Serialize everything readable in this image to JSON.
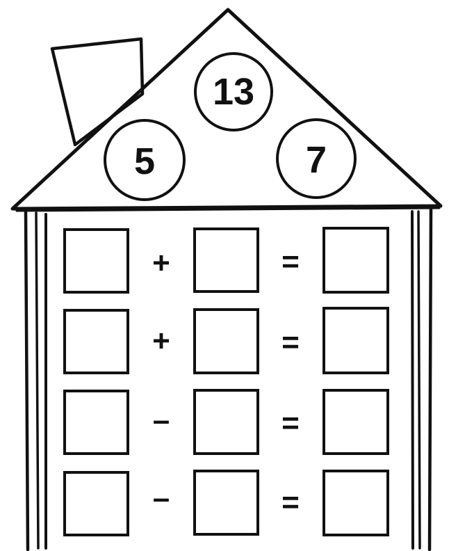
{
  "roof_numbers": {
    "top": "13",
    "left": "5",
    "right": "7"
  },
  "rows": [
    {
      "operator": "+",
      "equals": "="
    },
    {
      "operator": "+",
      "equals": "="
    },
    {
      "operator": "–",
      "equals": "="
    },
    {
      "operator": "–",
      "equals": "="
    }
  ],
  "colors": {
    "line": "#111111",
    "background": "#ffffff"
  }
}
